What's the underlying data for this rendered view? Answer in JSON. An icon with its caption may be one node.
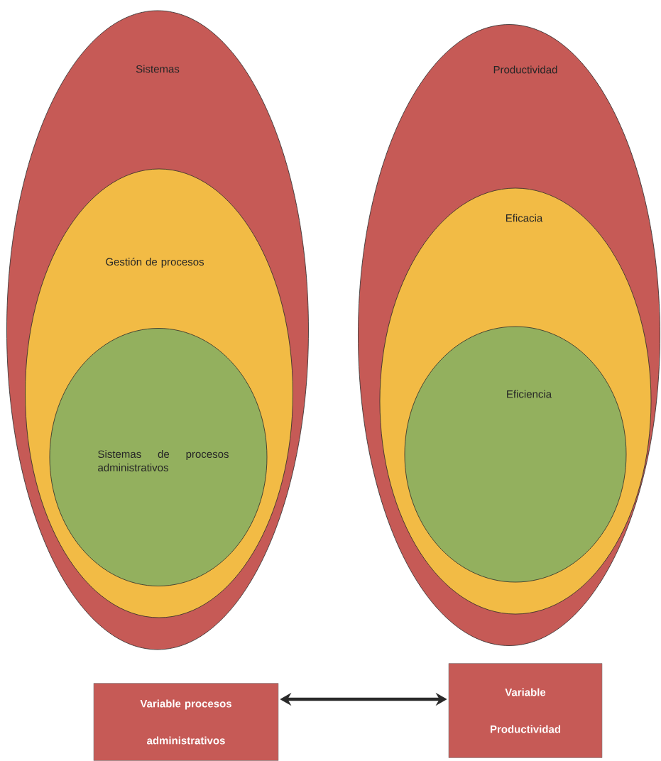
{
  "diagram": {
    "nodes": [
      {
        "text": [
          "Sistemas"
        ]
      },
      {
        "text": [
          "Gestión de procesos"
        ],
        "in": 0
      },
      {
        "text": [
          "Sistemas de procesos administrativos"
        ],
        "in": 1
      },
      {
        "text": [
          "Productividad"
        ]
      },
      {
        "text": [
          "Eficacia"
        ],
        "in": 3
      },
      {
        "text": [
          "Eficiencia"
        ],
        "in": 4
      },
      {
        "text": [
          "Variable procesos administrativos"
        ]
      },
      {
        "text": [
          "Variable Productividad"
        ]
      }
    ],
    "edges": [
      {
        "from": 6,
        "to": 7,
        "arrow": "both"
      }
    ]
  }
}
